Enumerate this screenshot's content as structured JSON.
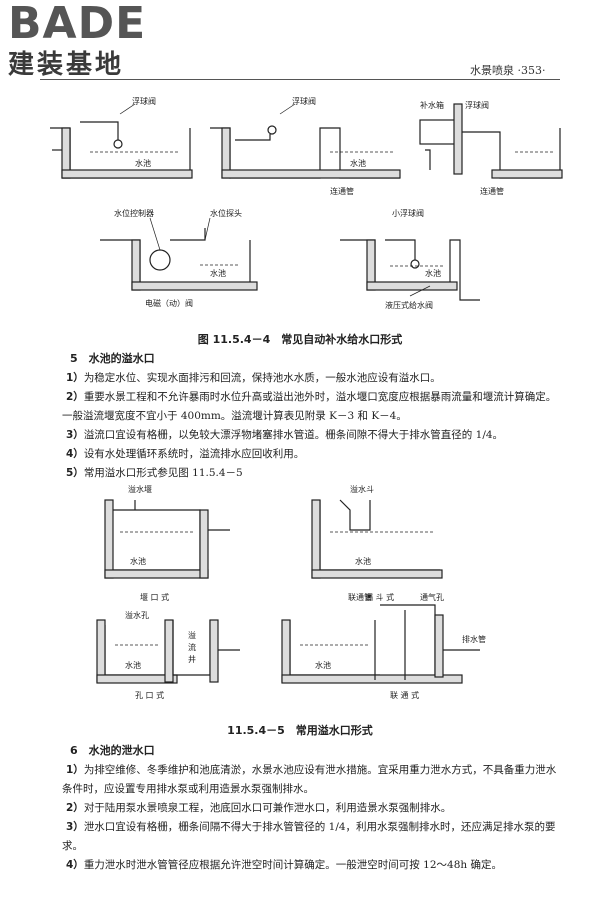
{
  "logo": {
    "top": "BADE",
    "bottom": "建装基地"
  },
  "header": {
    "book_title": "水景喷泉",
    "page_number": "·353·"
  },
  "figure1": {
    "labels": {
      "fig1_float_valve_1": "浮球阀",
      "fig1_pool_1": "水池",
      "fig1_float_valve_2": "浮球阀",
      "fig1_pool_2": "水池",
      "fig1_connector_1": "连通管",
      "fig1_makeup_tank": "补水箱",
      "fig1_float_valve_3": "浮球阀",
      "fig1_connector_2": "连通管",
      "fig1_level_controller": "水位控制器",
      "fig1_level_probe": "水位探头",
      "fig1_pool_3": "水池",
      "fig1_solenoid_valve": "电磁（动）阀",
      "fig1_small_float_valve": "小浮球阀",
      "fig1_pool_4": "水池",
      "fig1_hydraulic_valve": "液压式给水阀"
    },
    "caption": "图 11.5.4－4　常见自动补水给水口形式"
  },
  "section5": {
    "title": "5　水池的溢水口",
    "items": [
      {
        "num": "1）",
        "text": "为稳定水位、实现水面排污和回流，保持池水水质，一般水池应设有溢水口。"
      },
      {
        "num": "2）",
        "text": "重要水景工程和不允许暴雨时水位升高或溢出池外时，溢水堰口宽度应根据暴雨流量和堰流计算确定。一般溢流堰宽度不宜小于 400mm。溢流堰计算表见附录 K－3 和 K－4。"
      },
      {
        "num": "3）",
        "text": "溢流口宜设有格栅，以免较大漂浮物堵塞排水管道。栅条间隙不得大于排水管直径的 1/4。"
      },
      {
        "num": "4）",
        "text": "设有水处理循环系统时，溢流排水应回收利用。"
      },
      {
        "num": "5）",
        "text": "常用溢水口形式参见图 11.5.4－5"
      }
    ]
  },
  "figure2": {
    "labels": {
      "fig2_weir": "溢水堰",
      "fig2_pool_1": "水池",
      "fig2_type_weir": "堰 口 式",
      "fig2_funnel": "溢水斗",
      "fig2_pool_2": "水池",
      "fig2_type_funnel": "漏 斗 式",
      "fig2_hole": "溢水孔",
      "fig2_well_1": "溢",
      "fig2_well_2": "流",
      "fig2_well_3": "井",
      "fig2_pool_3": "水池",
      "fig2_type_hole": "孔 口 式",
      "fig2_connector": "联通管",
      "fig2_vent": "通气孔",
      "fig2_drain": "排水管",
      "fig2_pool_4": "水池",
      "fig2_type_connector": "联 通 式"
    },
    "caption": "11.5.4－5　常用溢水口形式"
  },
  "section6": {
    "title": "6　水池的泄水口",
    "items": [
      {
        "num": "1）",
        "text": "为排空维修、冬季维护和池底清淤，水景水池应设有泄水措施。宜采用重力泄水方式，不具备重力泄水条件时，应设置专用排水泵或利用造景水泵强制排水。"
      },
      {
        "num": "2）",
        "text": "对于陆用泵水景喷泉工程，池底回水口可兼作泄水口，利用造景水泵强制排水。"
      },
      {
        "num": "3）",
        "text": "泄水口宜设有格栅，栅条间隔不得大于排水管管径的 1/4，利用水泵强制排水时，还应满足排水泵的要求。"
      },
      {
        "num": "4）",
        "text": "重力泄水时泄水管管径应根据允许泄空时间计算确定。一般泄空时间可按 12～48h 确定。"
      }
    ]
  }
}
